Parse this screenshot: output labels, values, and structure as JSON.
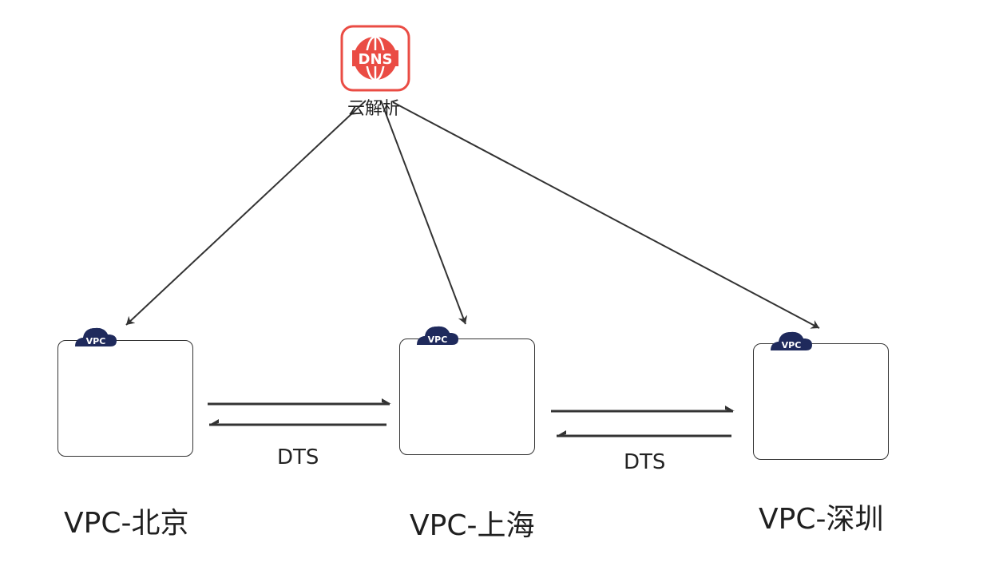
{
  "dns": {
    "icon_text": "DNS",
    "label": "云解析",
    "accent_color": "#ea4c44"
  },
  "vpcs": [
    {
      "badge": "VPC",
      "label": "VPC-北京"
    },
    {
      "badge": "VPC",
      "label": "VPC-上海"
    },
    {
      "badge": "VPC",
      "label": "VPC-深圳"
    }
  ],
  "links": [
    {
      "label": "DTS"
    },
    {
      "label": "DTS"
    }
  ],
  "colors": {
    "cloud": "#1f2a5c",
    "line": "#333333"
  }
}
